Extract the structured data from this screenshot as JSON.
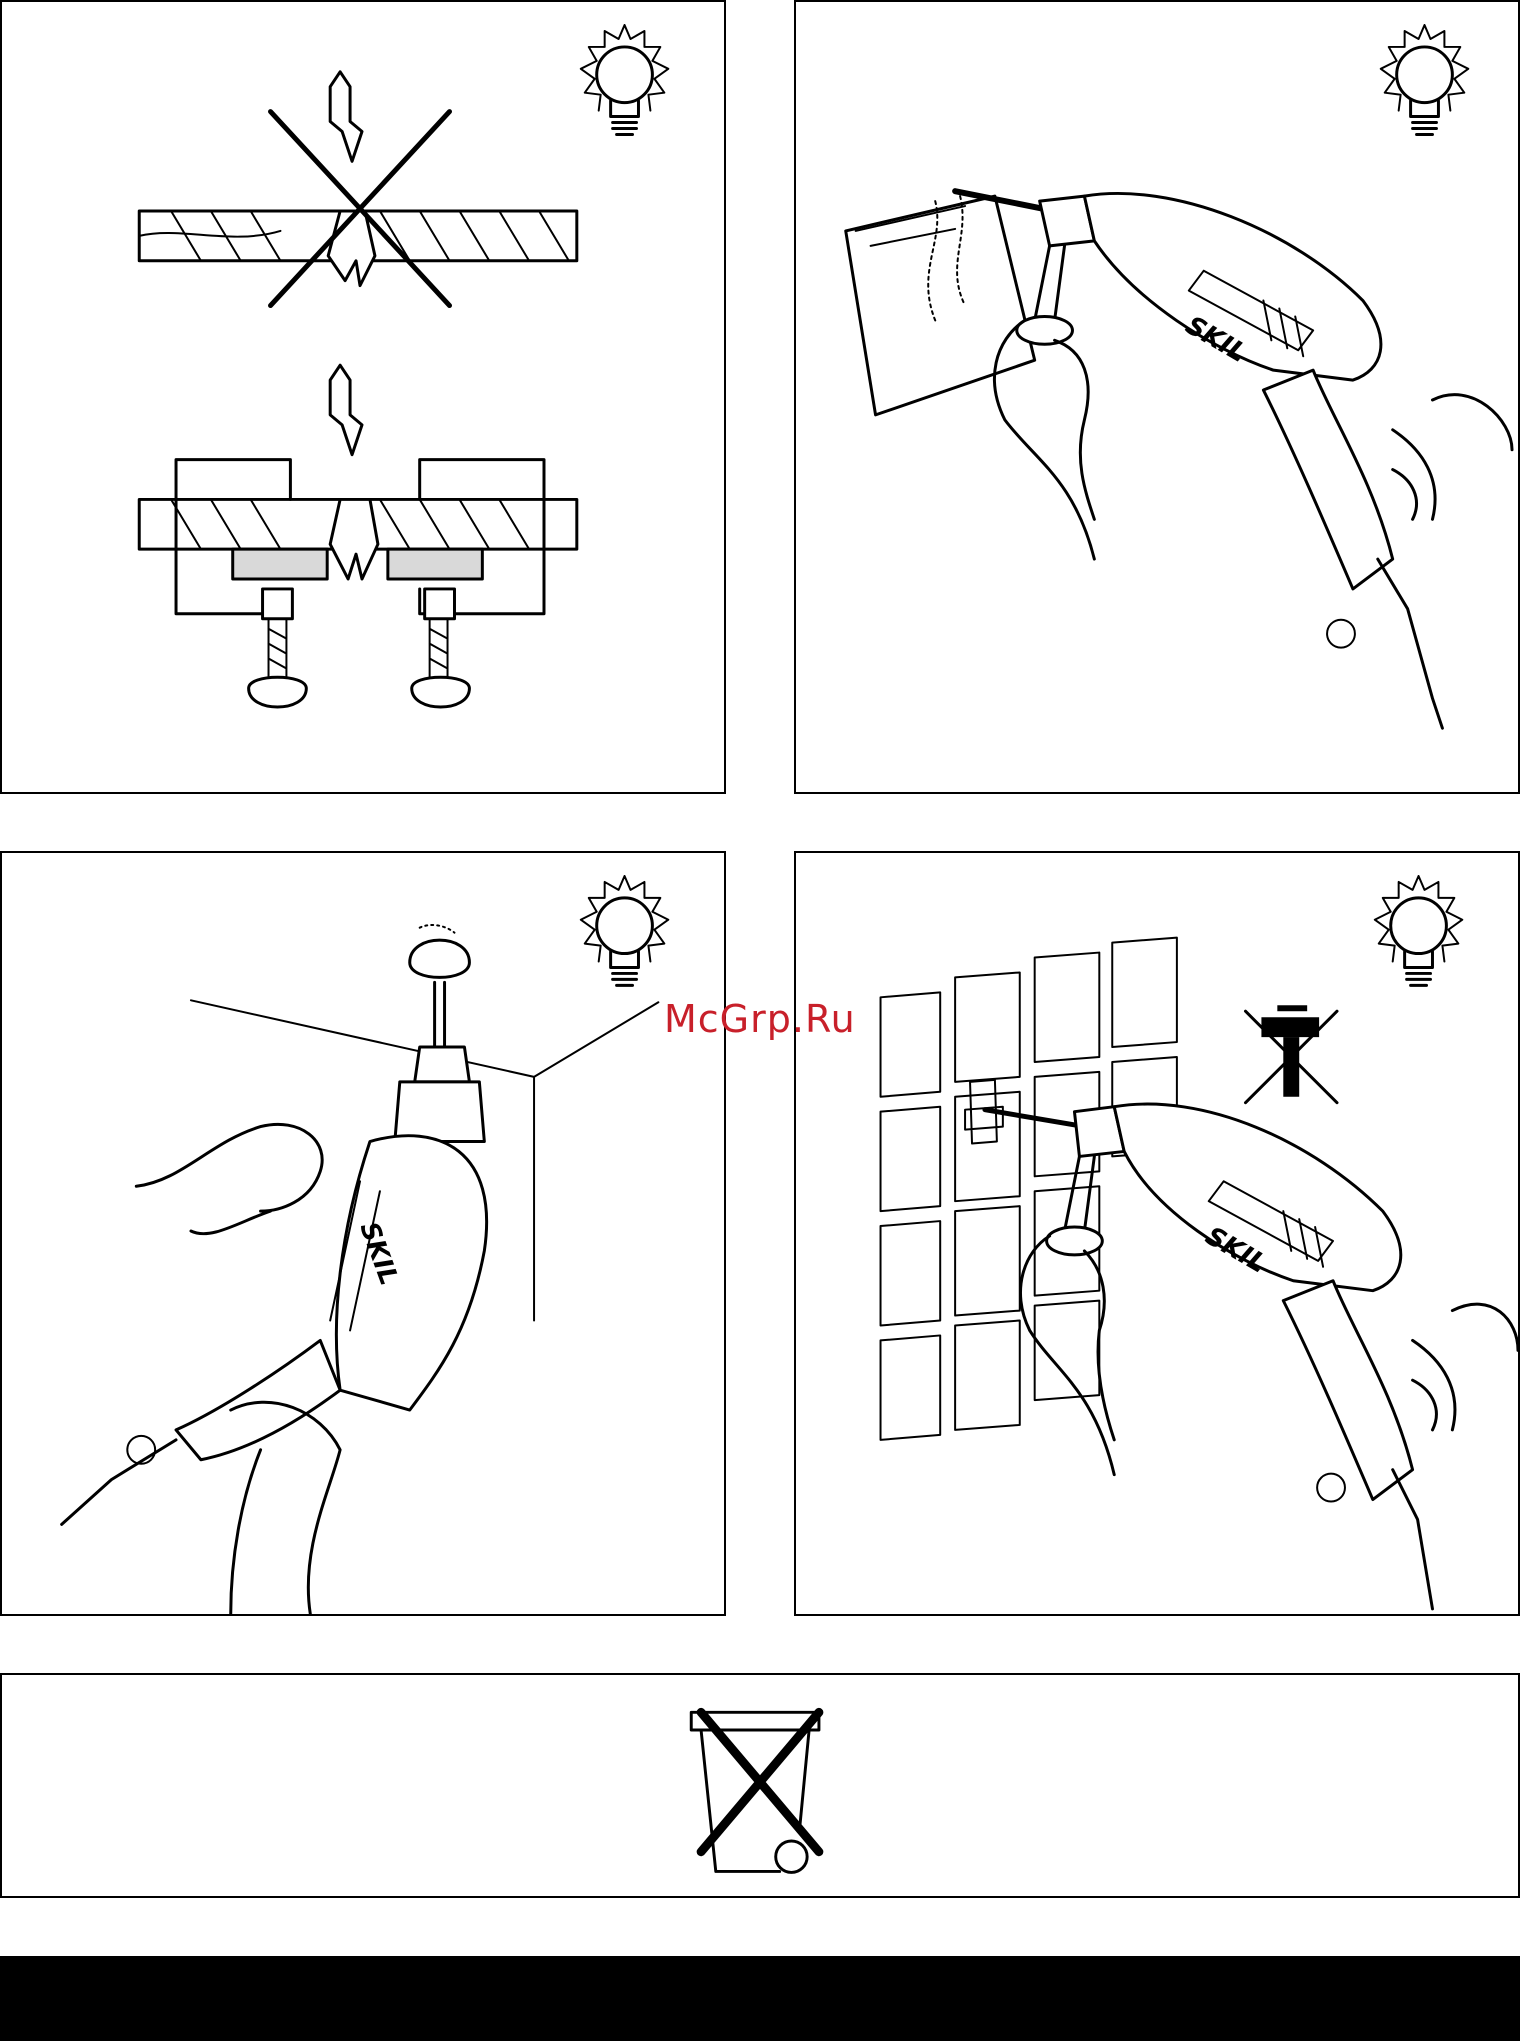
{
  "watermark": {
    "text": "McGrp.Ru",
    "color": "#c8202a"
  },
  "brand": {
    "label": "SKIL"
  },
  "panels": [
    {
      "id": "clamp-workpiece",
      "icons": [
        "lightbulb-icon",
        "crossed-out-unclamped-workpiece",
        "clamped-workpiece"
      ]
    },
    {
      "id": "drill-with-dust-bag",
      "icons": [
        "lightbulb-icon",
        "drill",
        "dust-bag"
      ]
    },
    {
      "id": "drill-ceiling",
      "icons": [
        "lightbulb-icon",
        "drill",
        "dust-cup"
      ]
    },
    {
      "id": "drill-tiles",
      "icons": [
        "lightbulb-icon",
        "no-hammer-icon",
        "drill",
        "tape-on-tile"
      ]
    },
    {
      "id": "disposal",
      "icons": [
        "crossed-out-wheelie-bin-icon"
      ]
    }
  ]
}
